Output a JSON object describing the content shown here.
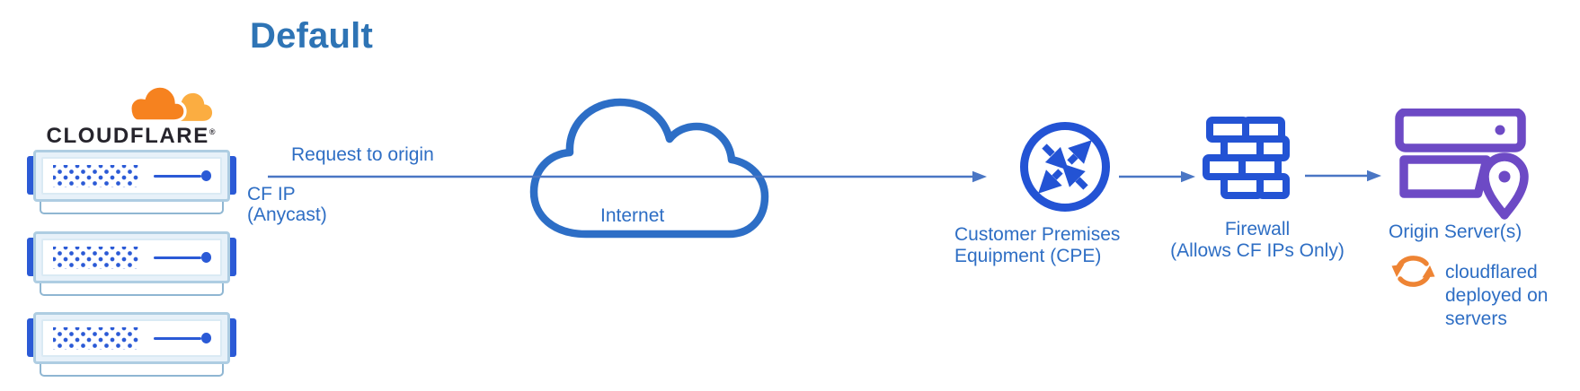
{
  "title": "Default",
  "brand": {
    "wordmark": "CLOUDFLARE",
    "registered_mark": "®"
  },
  "flow": {
    "request_label": "Request to origin",
    "cf_ip_line1": "CF IP",
    "cf_ip_line2": "(Anycast)",
    "internet_label": "Internet"
  },
  "nodes": {
    "cloudflare_edge": {
      "server_count": 3
    },
    "cpe": {
      "line1": "Customer Premises",
      "line2": "Equipment (CPE)"
    },
    "firewall": {
      "line1": "Firewall",
      "line2": "(Allows CF IPs Only)"
    },
    "origin": {
      "label": "Origin Server(s)",
      "annotation": "cloudflared deployed on servers"
    }
  },
  "icons": {
    "brand": "cloudflare-cloud",
    "internet": "cloud-outline",
    "cpe": "router-crossed-arrows",
    "firewall": "brick-wall",
    "origin": "server-stack-with-location-pin",
    "annotation": "sync-circular-arrows"
  },
  "colors": {
    "title_blue": "#2E74B5",
    "label_blue": "#2E6EC4",
    "line_blue": "#4A76C4",
    "icon_blue": "#2353D4",
    "internet_stroke_blue": "#2D6EC6",
    "server_accent_blue": "#2B5AD6",
    "origin_purple": "#6D4AC5",
    "brand_orange": "#F6821F",
    "brand_orange_light": "#FBAD41",
    "sync_orange": "#EE8434",
    "wordmark_black": "#26242C"
  }
}
